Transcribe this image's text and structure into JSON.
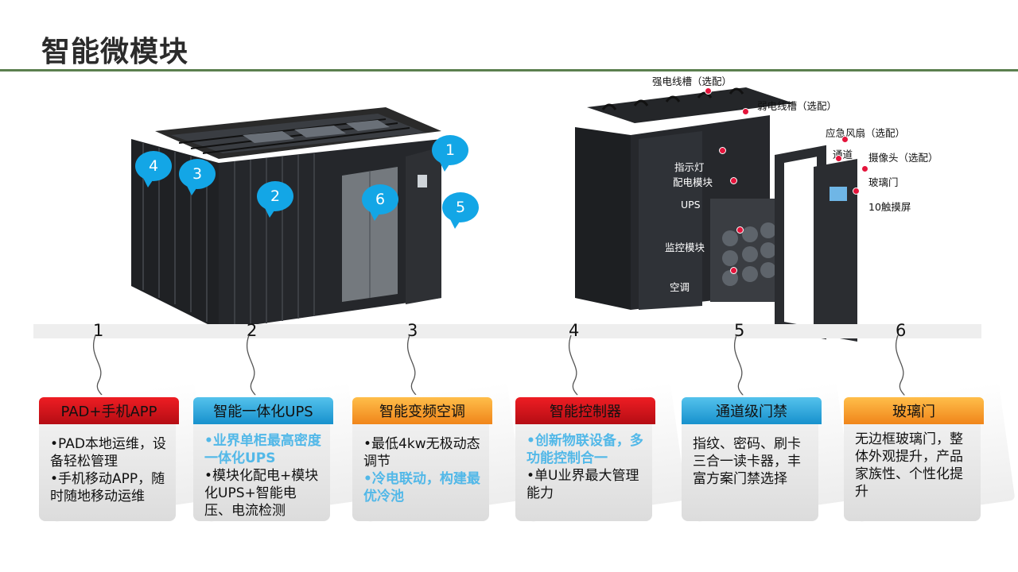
{
  "slide": {
    "title": "智能微模块"
  },
  "left_figure": {
    "bubbles": [
      "1",
      "2",
      "3",
      "4",
      "5",
      "6"
    ]
  },
  "right_figure": {
    "callouts": {
      "strong_trough": "强电线槽（选配）",
      "weak_trough": "弱电线槽（选配）",
      "emergency_fan": "应急风扇（选配）",
      "aisle": "通道",
      "camera": "摄像头（选配）",
      "indicator": "指示灯",
      "power_module": "配电模块",
      "glass_door": "玻璃门",
      "ups": "UPS",
      "touch_screen": "10触摸屏",
      "monitor_module": "监控模块",
      "air_con": "空调"
    }
  },
  "timeline": {
    "numbers": [
      "1",
      "2",
      "3",
      "4",
      "5",
      "6"
    ]
  },
  "cards": [
    {
      "title": "PAD+手机APP",
      "lines": [
        "•PAD本地运维，设备轻松管理",
        "•手机移动APP，随时随地移动运维"
      ]
    },
    {
      "title": "智能一体化UPS",
      "highlight": "•业界单柜最高密度一体化UPS",
      "lines": [
        "•模块化配电+模块化UPS+智能电压、电流检测"
      ]
    },
    {
      "title": "智能变频空调",
      "lines": [
        "•最低4kw无极动态调节"
      ],
      "highlight": "•冷电联动，构建最优冷池"
    },
    {
      "title": "智能控制器",
      "highlight": "•创新物联设备，多功能控制合一",
      "lines": [
        "•单U业界最大管理能力"
      ]
    },
    {
      "title": "通道级门禁",
      "lines": [
        "指纹、密码、刷卡三合一读卡器，丰富方案门禁选择"
      ]
    },
    {
      "title": "玻璃门",
      "lines": [
        "无边框玻璃门，整体外观提升，产品家族性、个性化提升"
      ]
    }
  ],
  "colors": {
    "accent_green": "#5b7f4f",
    "bubble_blue": "#13a6e6",
    "header_red": "#d9151d",
    "header_blue": "#2ba6dc",
    "header_orange": "#f7a030",
    "highlight_blue": "#52b8e8"
  }
}
